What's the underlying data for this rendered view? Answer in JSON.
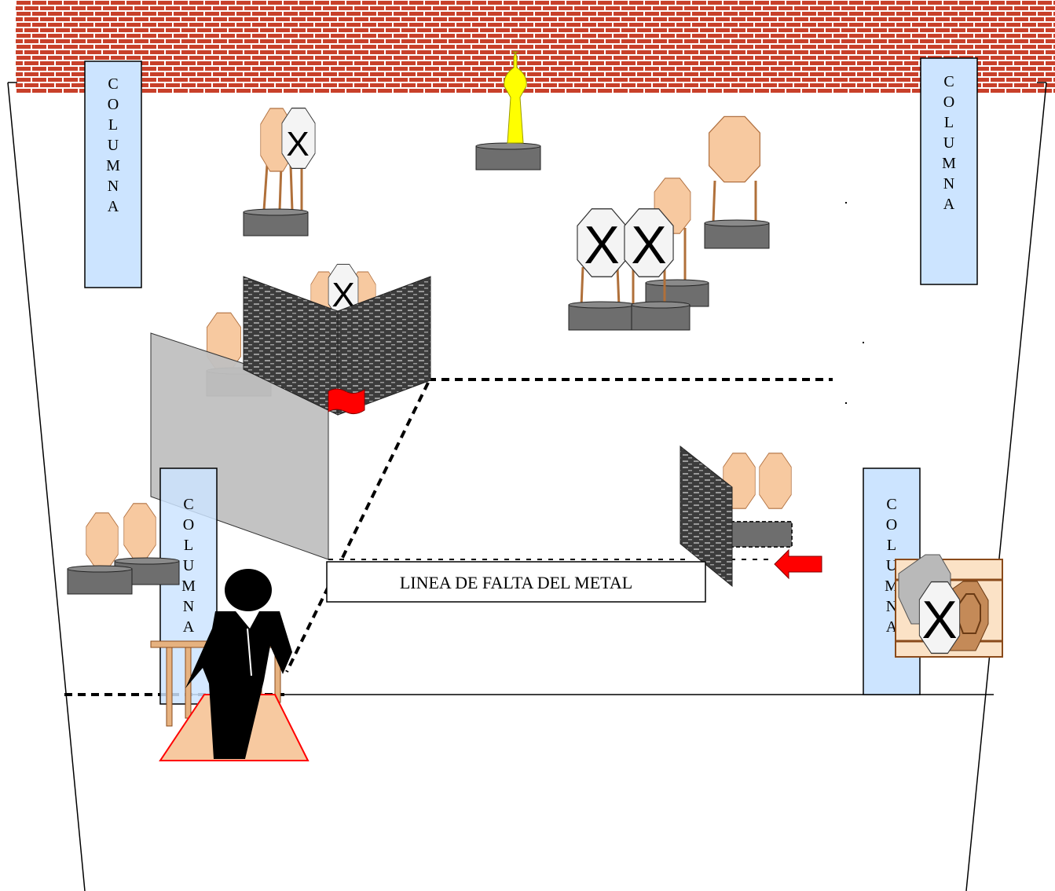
{
  "column_label": "COLUMNA",
  "fault_line_label": "LINEA DE FALTA DEL METAL",
  "target_mark": "X",
  "colors": {
    "brick": "#c8402a",
    "mortar": "#ffffff",
    "column_fill": "#cce4ff",
    "paper_target": "#f7c9a0",
    "no_shoot_target": "#f4f4f4",
    "barrel": "#6e6e6e",
    "popper": "#ffff00",
    "flag": "#ff0000",
    "wall_panel": "#c0c0c0",
    "mesh_panel": "#5a5a5a",
    "shooting_box": "#f7c9a0",
    "shooter": "#000000"
  }
}
